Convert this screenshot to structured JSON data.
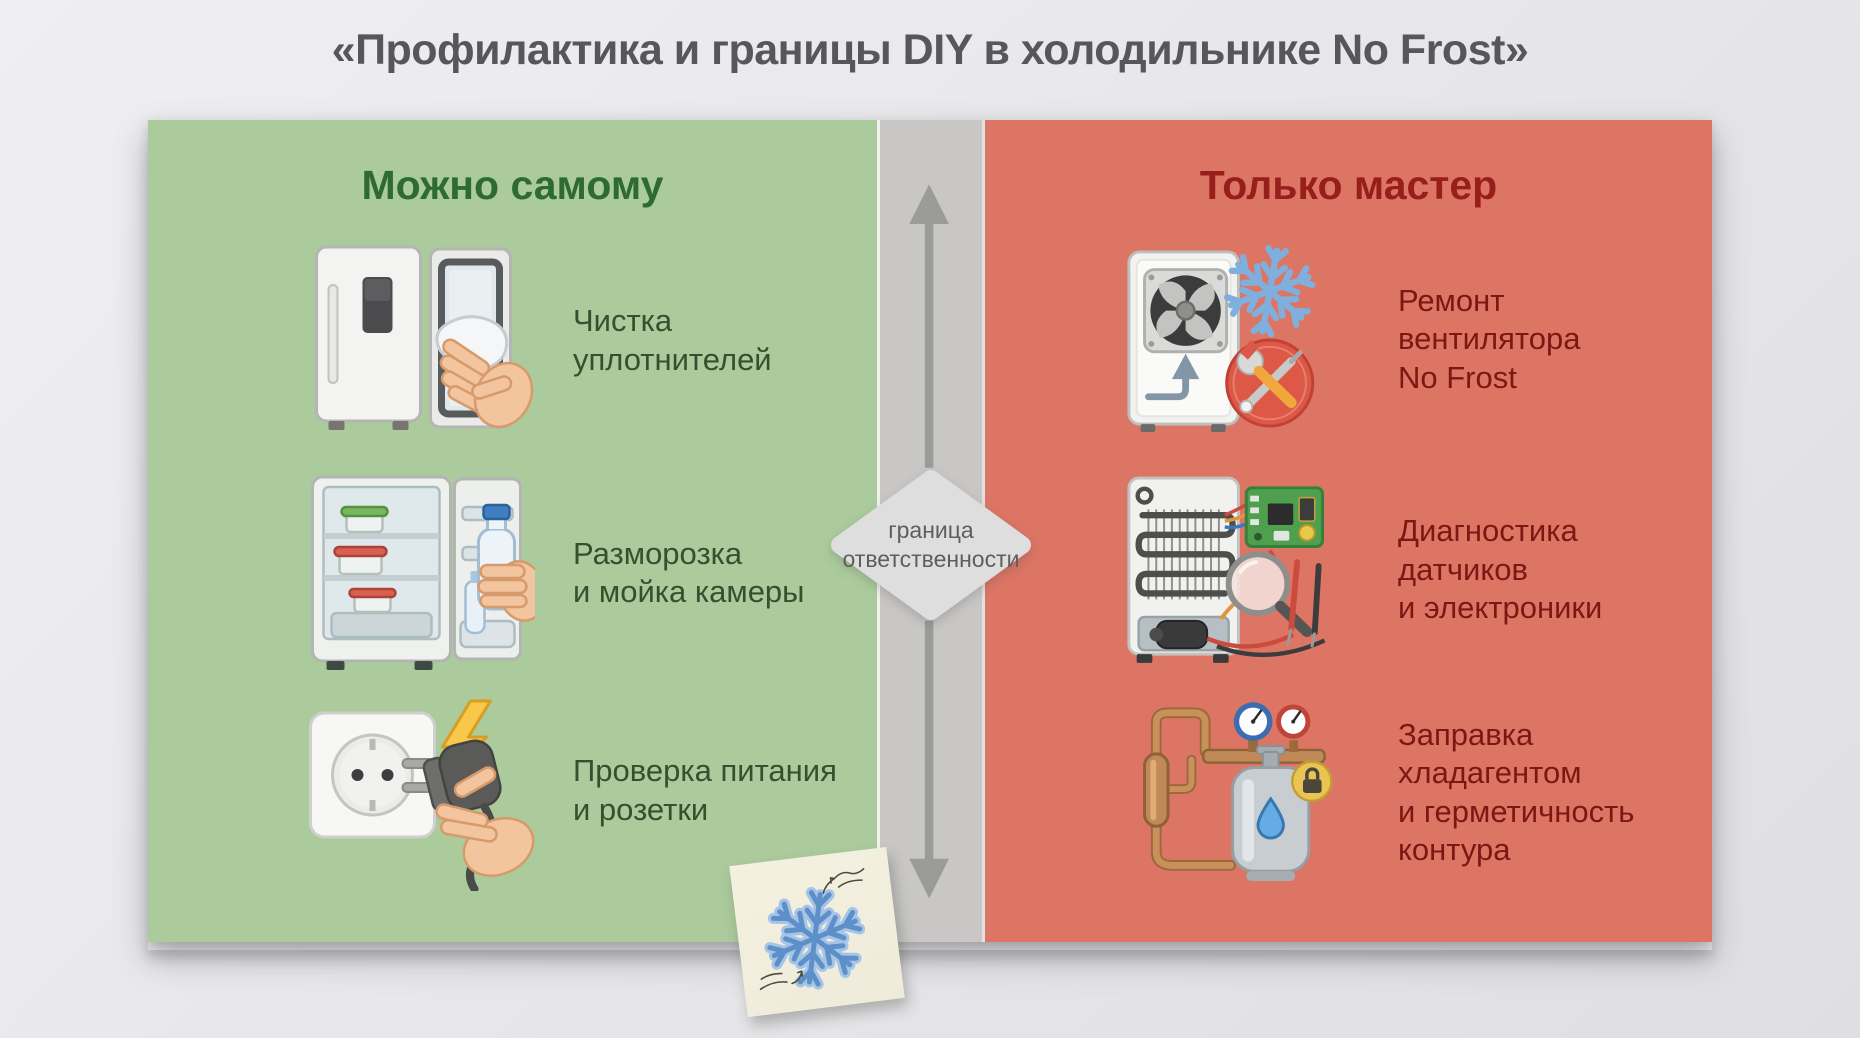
{
  "title": "«Профилактика и границы DIY в холодильнике No Frost»",
  "colors": {
    "background": "#e8e8ea",
    "left_panel": "#abcb9d",
    "right_panel": "#dd7565",
    "divider_strip": "#c8c7c5",
    "boundary_plate": "#dcdcda",
    "left_header_text": "#2e6b33",
    "left_item_text": "#35502e",
    "right_header_text": "#971f1b",
    "right_item_text": "#7d1713",
    "title_text": "#57575a"
  },
  "left_panel": {
    "header": "Можно самому",
    "items": [
      {
        "icon": "fridge-door-seal-wipe-icon",
        "label": "Чистка\nуплотнителей"
      },
      {
        "icon": "open-fridge-defrost-wash-icon",
        "label": "Разморозка\nи мойка камеры"
      },
      {
        "icon": "power-socket-plug-icon",
        "label": "Проверка питания\nи розетки"
      }
    ]
  },
  "divider": {
    "arrow_icon": "responsibility-boundary-arrow-icon",
    "label": "граница\nответственности"
  },
  "right_panel": {
    "header": "Только мастер",
    "items": [
      {
        "icon": "no-frost-fan-repair-icon",
        "label": "Ремонт\nвентилятора\nNo Frost"
      },
      {
        "icon": "sensors-electronics-diagnostics-icon",
        "label": "Диагностика\nдатчиков\nи электроники"
      },
      {
        "icon": "refrigerant-recharge-icon",
        "label": "Заправка\nхладагентом\nи герметичность\nконтура"
      }
    ]
  },
  "sticky_note": {
    "icon": "snowflake-doodle-icon"
  }
}
